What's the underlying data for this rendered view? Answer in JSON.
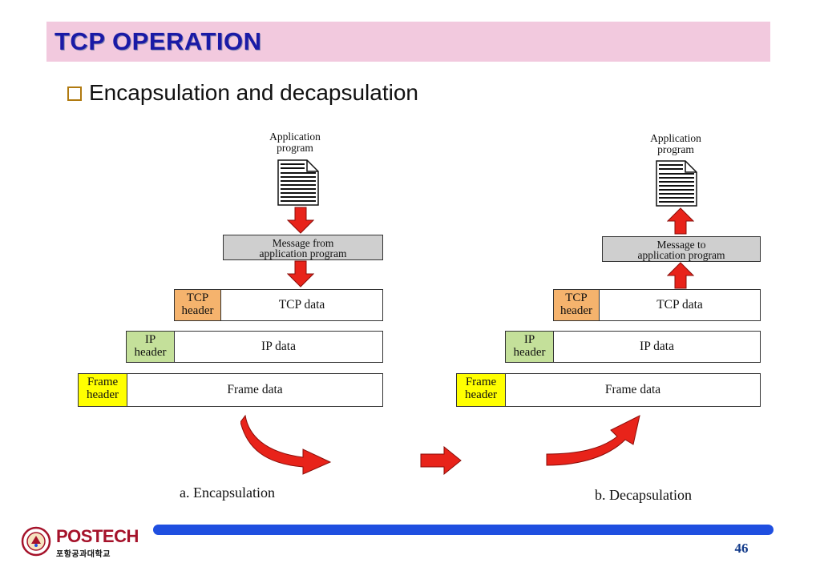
{
  "slide": {
    "title": "TCP OPERATION",
    "bullet": "Encapsulation and decapsulation",
    "page_number": "46"
  },
  "logo": {
    "name": "POSTECH",
    "subtitle": "포항공과대학교"
  },
  "encapsulation": {
    "app_label_line1": "Application",
    "app_label_line2": "program",
    "message_line1": "Message from",
    "message_line2": "application program",
    "tcp_header_line1": "TCP",
    "tcp_header_line2": "header",
    "tcp_data": "TCP  data",
    "ip_header_line1": "IP",
    "ip_header_line2": "header",
    "ip_data": "IP data",
    "frame_header_line1": "Frame",
    "frame_header_line2": "header",
    "frame_data": "Frame data",
    "caption": "a. Encapsulation"
  },
  "decapsulation": {
    "app_label_line1": "Application",
    "app_label_line2": "program",
    "message_line1": "Message to",
    "message_line2": "application program",
    "tcp_header_line1": "TCP",
    "tcp_header_line2": "header",
    "tcp_data": "TCP  data",
    "ip_header_line1": "IP",
    "ip_header_line2": "header",
    "ip_data": "IP data",
    "frame_header_line1": "Frame",
    "frame_header_line2": "header",
    "frame_data": "Frame data",
    "caption": "b. Decapsulation"
  },
  "colors": {
    "title_bar": "#f2c9de",
    "title_text": "#1a1aa6",
    "tcp_header": "#f5b36d",
    "ip_header": "#c4e09a",
    "frame_header": "#ffff00",
    "arrow_fill": "#e8231a",
    "footer_bar": "#1f4fe0"
  }
}
